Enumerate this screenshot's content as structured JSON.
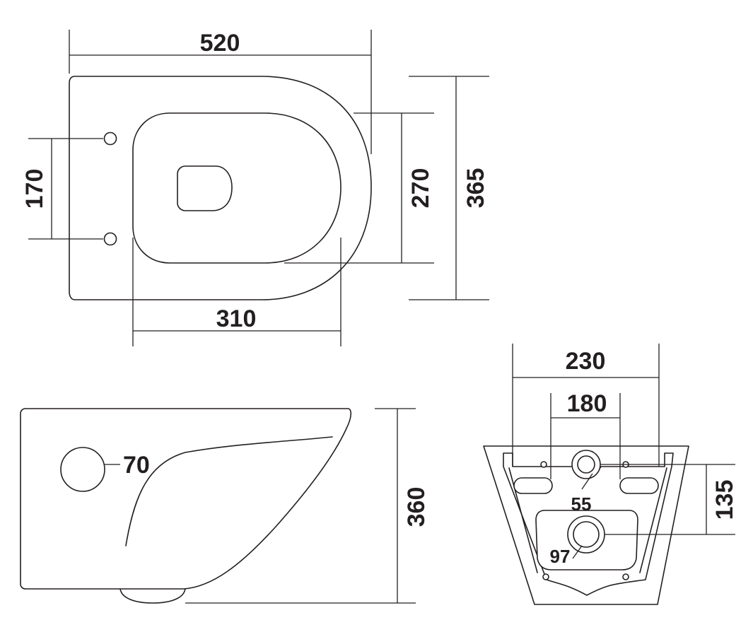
{
  "colors": {
    "line": "#231f20",
    "background": "#ffffff"
  },
  "dimensions": {
    "top_view": {
      "overall_length": "520",
      "bolt_spacing": "170",
      "bowl_opening_width": "270",
      "overall_width": "365",
      "bowl_opening_length": "310"
    },
    "side_view": {
      "height": "360",
      "inlet_diameter": "70"
    },
    "rear_view": {
      "mounting_width": "230",
      "bolt_spacing": "180",
      "inlet_height": "135",
      "inlet_diameter": "55",
      "outlet_diameter": "97"
    }
  }
}
